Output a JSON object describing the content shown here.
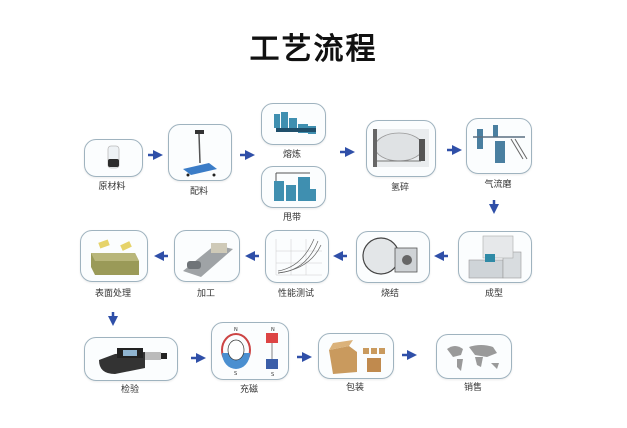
{
  "title": "工艺流程",
  "accent_color": "#2f4fa8",
  "steps": [
    {
      "id": "raw-material",
      "label": "原材料",
      "icon": "bottle-icon"
    },
    {
      "id": "batching",
      "label": "配料",
      "icon": "scale-icon"
    },
    {
      "id": "smelting",
      "label": "熔炼",
      "icon": "furnace-machine-icon"
    },
    {
      "id": "strip-casting",
      "label": "甩带",
      "icon": "strip-caster-icon"
    },
    {
      "id": "hydrogen-decrepitation",
      "label": "氢碎",
      "icon": "hydrogen-furnace-icon"
    },
    {
      "id": "jet-milling",
      "label": "气流磨",
      "icon": "jet-mill-icon"
    },
    {
      "id": "pressing",
      "label": "成型",
      "icon": "press-machine-icon"
    },
    {
      "id": "sintering",
      "label": "烧结",
      "icon": "vacuum-furnace-icon"
    },
    {
      "id": "performance-test",
      "label": "性能测试",
      "icon": "demagnetization-curve-icon"
    },
    {
      "id": "machining",
      "label": "加工",
      "icon": "machining-tool-icon"
    },
    {
      "id": "surface-treatment",
      "label": "表面处理",
      "icon": "coated-magnets-icon"
    },
    {
      "id": "inspection",
      "label": "检验",
      "icon": "micrometer-icon"
    },
    {
      "id": "magnetizing",
      "label": "充磁",
      "icon": "magnet-poles-icon"
    },
    {
      "id": "packaging",
      "label": "包装",
      "icon": "cardboard-box-icon"
    },
    {
      "id": "sales",
      "label": "销售",
      "icon": "world-map-icon"
    }
  ],
  "flow": [
    [
      "原材料",
      "配料"
    ],
    [
      "配料",
      "熔炼"
    ],
    [
      "配料",
      "甩带"
    ],
    [
      "熔炼",
      "氢碎"
    ],
    [
      "氢碎",
      "气流磨"
    ],
    [
      "气流磨",
      "成型"
    ],
    [
      "成型",
      "烧结"
    ],
    [
      "烧结",
      "性能测试"
    ],
    [
      "性能测试",
      "加工"
    ],
    [
      "加工",
      "表面处理"
    ],
    [
      "表面处理",
      "检验"
    ],
    [
      "检验",
      "充磁"
    ],
    [
      "充磁",
      "包装"
    ],
    [
      "包装",
      "销售"
    ]
  ]
}
